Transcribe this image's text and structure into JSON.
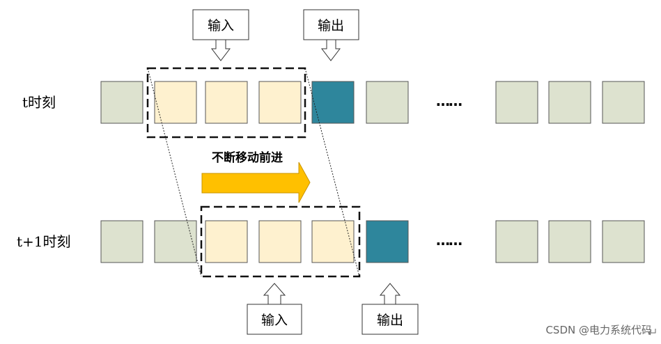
{
  "rows": [
    {
      "label": "t时刻",
      "cells": [
        "grey",
        "cream",
        "cream",
        "cream",
        "teal",
        "grey",
        "gap",
        "grey",
        "grey",
        "grey"
      ]
    },
    {
      "label": "t+1时刻",
      "cells": [
        "grey",
        "grey",
        "cream",
        "cream",
        "cream",
        "teal",
        "gap",
        "grey",
        "grey",
        "grey"
      ]
    }
  ],
  "ellipsis": "……",
  "top_callouts": {
    "input": "输入",
    "output": "输出"
  },
  "bottom_callouts": {
    "input": "输入",
    "output": "输出"
  },
  "move_label": "不断移动前进",
  "watermark": "CSDN @电力系统代码",
  "colors": {
    "grey": "#dde2cf",
    "cream": "#fef1cf",
    "teal": "#2e869c",
    "arrow": "#ffc000",
    "arrow_border": "#c99400",
    "cell_border": "#555555"
  }
}
